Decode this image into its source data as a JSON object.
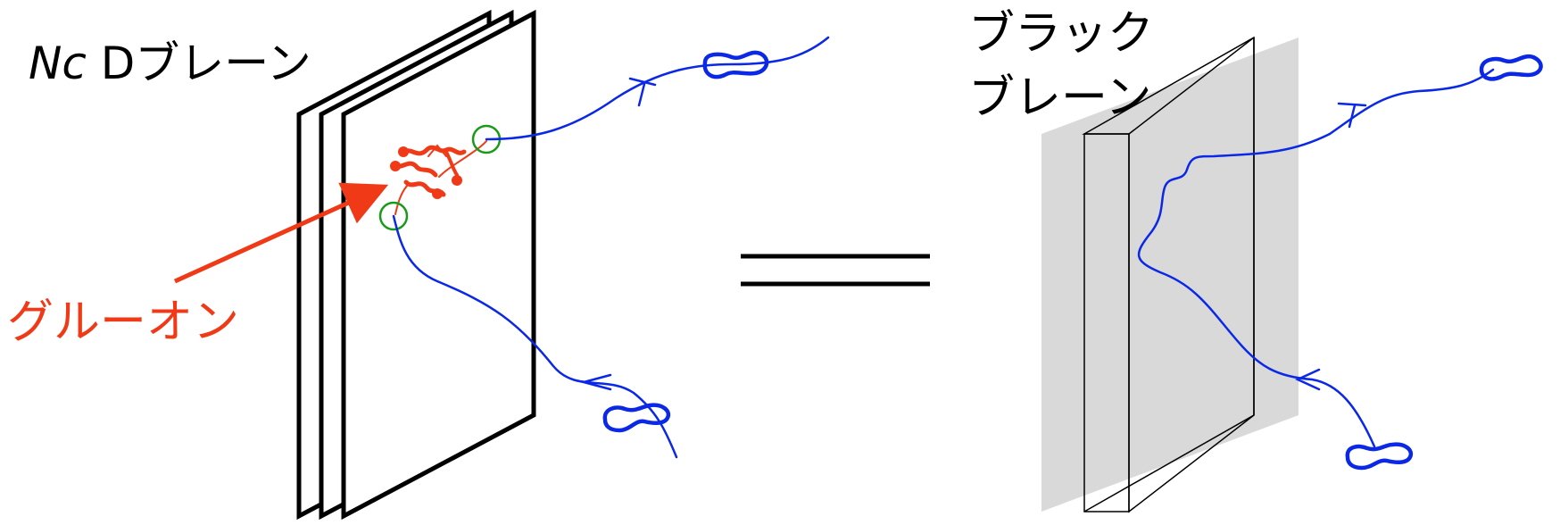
{
  "labels": {
    "nc_symbol": "Nc",
    "d_brane": " Dブレーン",
    "gluon": "グルーオン",
    "black_brane_line1": "ブラック",
    "black_brane_line2": "ブレーン"
  },
  "colors": {
    "gluon": "#f03a17",
    "string": "#0a28e6",
    "endpoint": "#1a9a1a",
    "brane_edge": "#000000",
    "black_brane_fill": "#d9d9d9"
  },
  "icons": {
    "equals": "equals-sign",
    "string_end": "closed-loop"
  }
}
